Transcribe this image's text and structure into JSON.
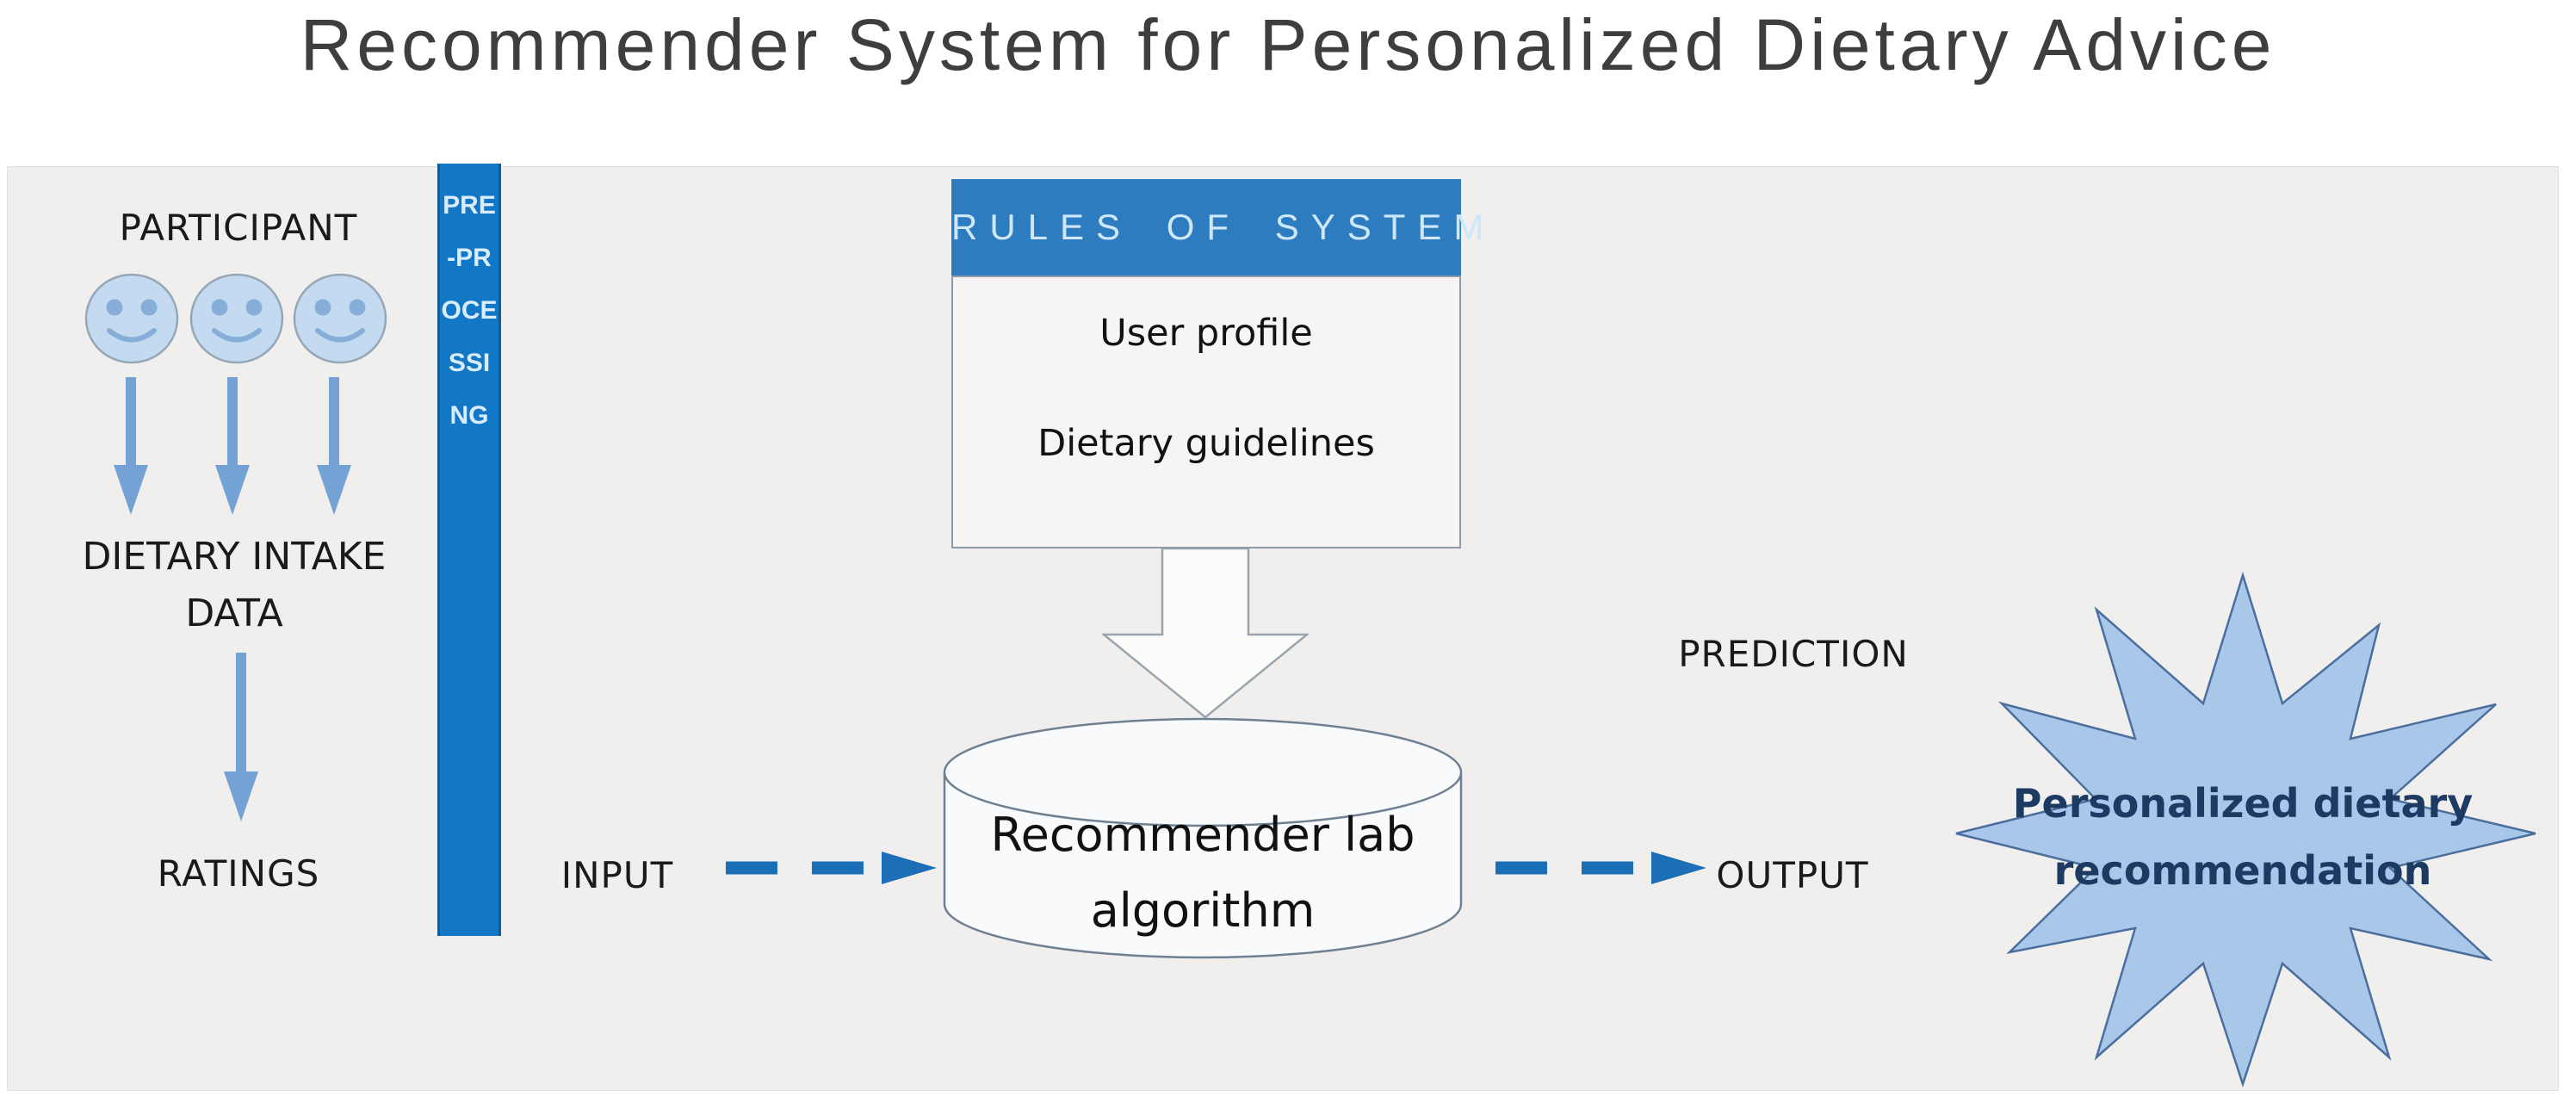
{
  "title": "Recommender System for Personalized Dietary Advice",
  "participants": {
    "label": "PARTICIPANT",
    "count": 3
  },
  "flow": {
    "dietary_intake_label": "DIETARY INTAKE DATA",
    "ratings_label": "RATINGS"
  },
  "preprocessing_label": "PRE-PROCESSING",
  "rules_box": {
    "header": "RULES OF SYSTEM",
    "items": [
      "User profile",
      "Dietary guidelines"
    ]
  },
  "algorithm_label": "Recommender lab algorithm",
  "io": {
    "input_label": "INPUT",
    "output_label": "OUTPUT"
  },
  "prediction": {
    "label": "PREDICTION",
    "result": "Personalized dietary recommendation"
  },
  "colors": {
    "preprocessing_bar": "#1277c5",
    "rules_header_blue": "#2e7cc0",
    "smiley_fill": "#c3daf0",
    "solid_arrow_blue": "#74a2d4",
    "dashed_arrow_blue": "#1c6fb6",
    "starburst_fill": "#a9c7e8",
    "starburst_border": "#4a6f9f",
    "result_text_navy": "#1d3a63",
    "panel_background": "#f0efee"
  }
}
